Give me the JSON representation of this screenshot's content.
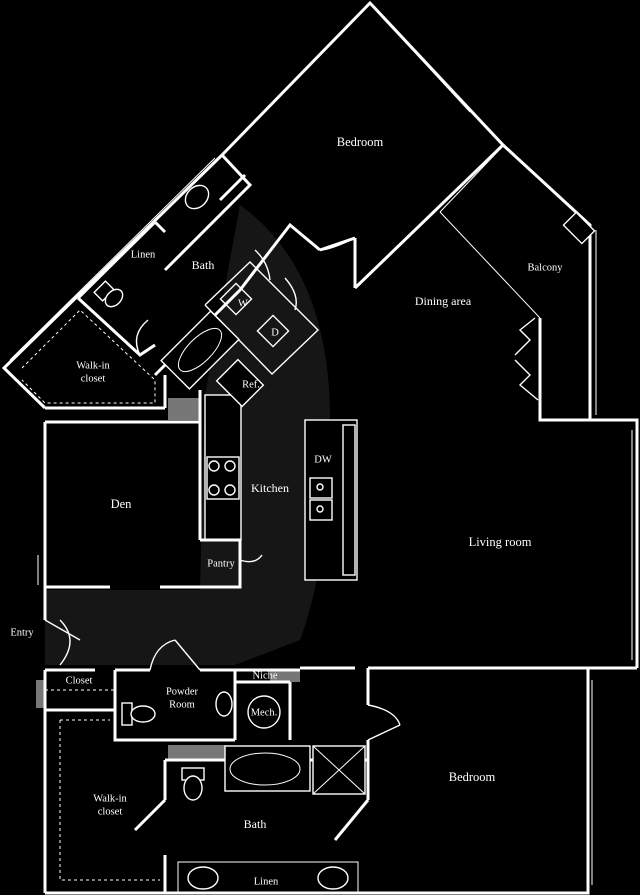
{
  "floorplan": {
    "rooms": {
      "bedroom_top": "Bedroom",
      "bath_top": "Bath",
      "linen_top": "Linen",
      "walkin_top_line1": "Walk-in",
      "walkin_top_line2": "closet",
      "washer": "W",
      "dryer": "D",
      "ref": "Ref.",
      "dining": "Dining area",
      "balcony": "Balcony",
      "den": "Den",
      "kitchen": "Kitchen",
      "dishwasher": "DW",
      "pantry": "Pantry",
      "living": "Living room",
      "entry": "Entry",
      "closet": "Closet",
      "powder_line1": "Powder",
      "powder_line2": "Room",
      "niche": "Niche",
      "mech": "Mech.",
      "walkin_bottom_line1": "Walk-in",
      "walkin_bottom_line2": "closet",
      "bath_bottom": "Bath",
      "linen_bottom": "Linen",
      "bedroom_bottom": "Bedroom"
    }
  }
}
